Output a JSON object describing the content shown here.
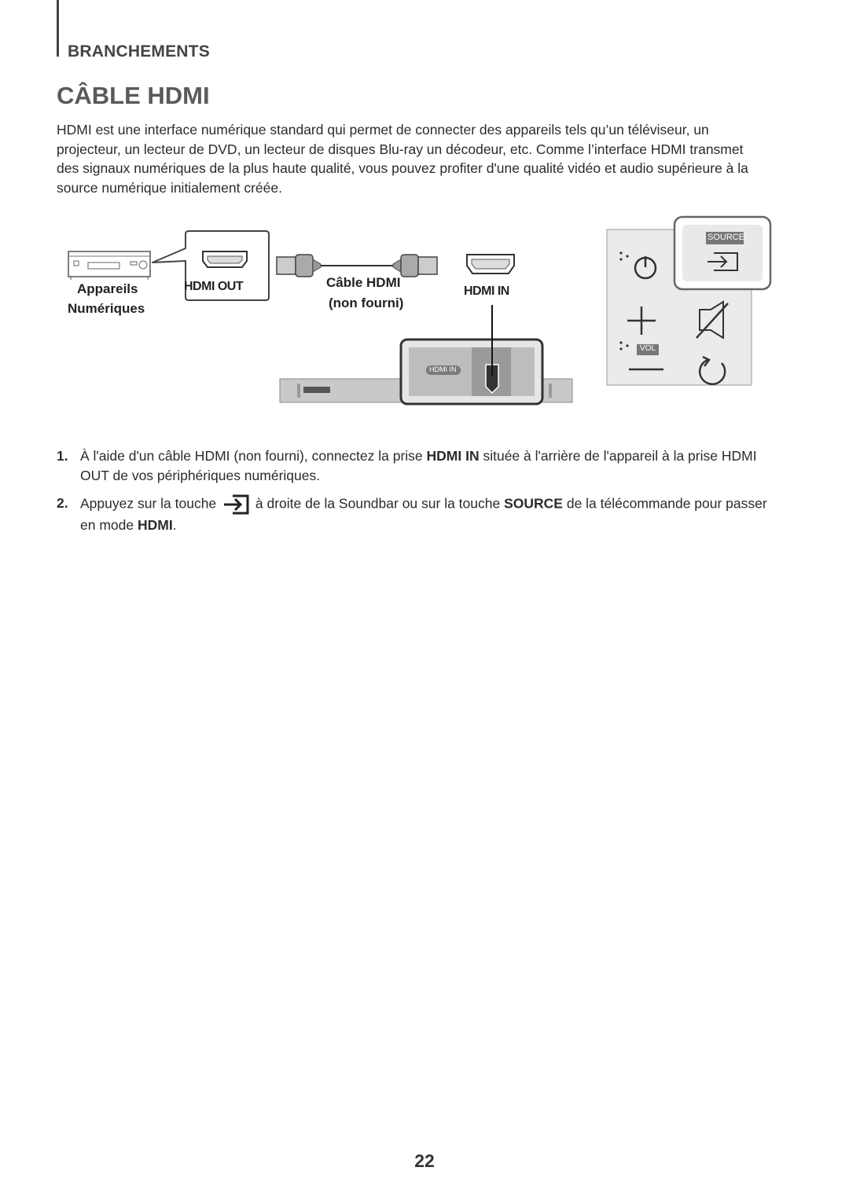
{
  "header": {
    "section": "BRANCHEMENTS"
  },
  "title": "CÂBLE HDMI",
  "intro": "HDMI est une interface numérique standard qui permet de connecter des appareils tels qu’un téléviseur, un projecteur, un lecteur de DVD, un lecteur de disques Blu-ray un décodeur, etc. Comme l’interface HDMI transmet des signaux numériques de la plus haute qualité, vous pouvez profiter d'une qualité vidéo et audio supérieure à la source numérique initialement créée.",
  "diagram": {
    "device_label_1": "Appareils",
    "device_label_2": "Numériques",
    "hdmi_out": "HDMI OUT",
    "cable_label_1": "Câble HDMI",
    "cable_label_2": "(non fourni)",
    "hdmi_in": "HDMI IN",
    "port_label": "HDMI IN",
    "source_label": "SOURCE",
    "vol_label": "VOL"
  },
  "steps": [
    {
      "num": "1.",
      "text_a": "À l'aide d'un câble HDMI (non fourni), connectez la prise ",
      "bold_a": "HDMI IN",
      "text_b": " située à l'arrière de l'appareil à la prise HDMI OUT de vos périphériques numériques."
    },
    {
      "num": "2.",
      "text_a": "Appuyez sur la touche ",
      "text_b": " à droite de la Soundbar ou sur la touche ",
      "bold_a": "SOURCE",
      "text_c": " de la télécommande pour passer en mode ",
      "bold_b": "HDMI",
      "text_d": "."
    }
  ],
  "page_number": "22"
}
